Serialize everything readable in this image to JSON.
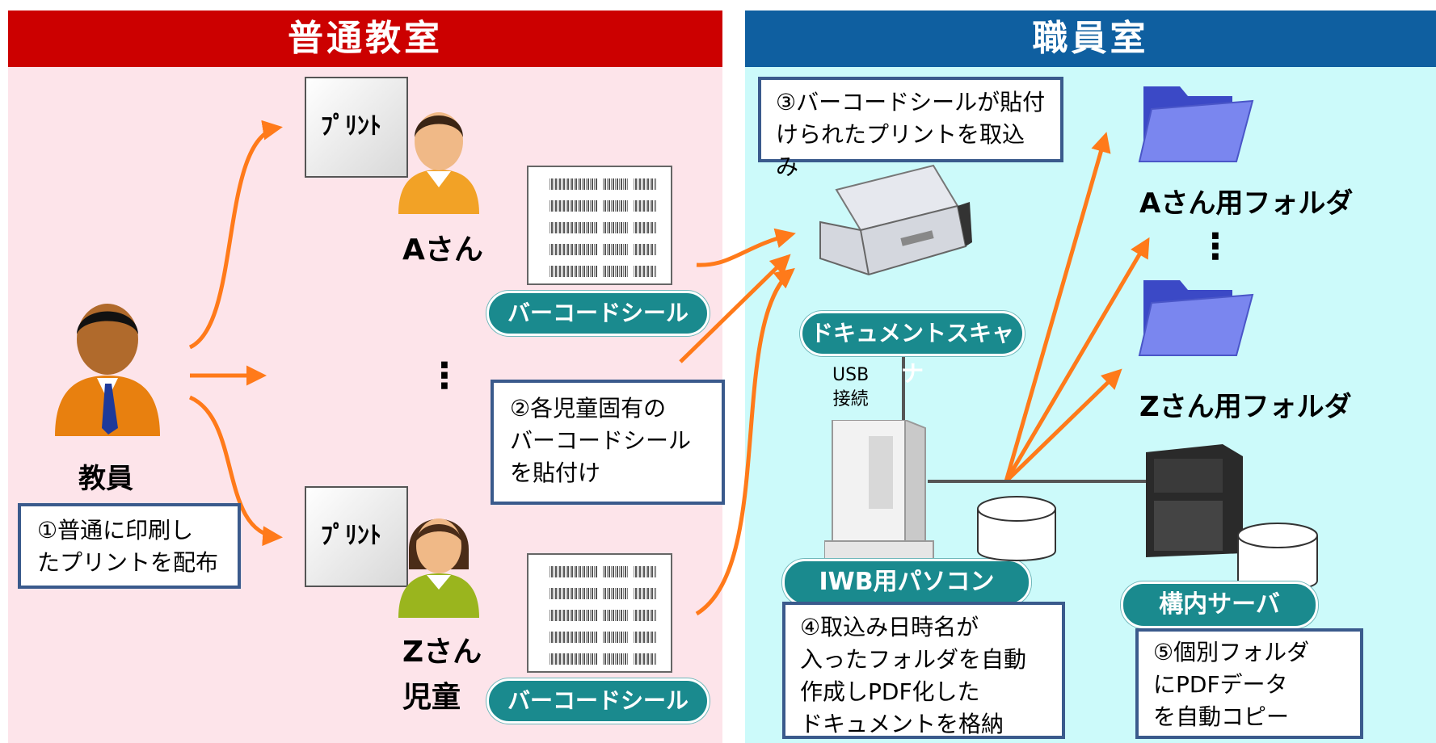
{
  "left_panel": {
    "title": "普通教室",
    "header_color": "#cc0000",
    "bg_color": "#fde4ea",
    "teacher_label": "教員",
    "note1": [
      "①普通に印刷し",
      "たプリントを配布"
    ],
    "print_label": "ﾌﾟﾘﾝﾄ",
    "student_a": "Aさん",
    "student_z": "Zさん",
    "students_label": "児童",
    "dots": "⋮",
    "barcode_label": "バーコードシール",
    "note2": [
      "②各児童固有の",
      "バーコードシール",
      "を貼付け"
    ]
  },
  "right_panel": {
    "title": "職員室",
    "header_color": "#0f5fa0",
    "bg_color": "#ccfafa",
    "note3": [
      "③バーコードシールが貼付",
      "けられたプリントを取込み"
    ],
    "scanner_label": "ドキュメントスキャナ",
    "usb_label": [
      "USB",
      "接続"
    ],
    "pc_label": "IWB用パソコン",
    "note4": [
      "④取込み日時名が",
      "入ったフォルダを自動",
      "作成しPDF化した",
      "ドキュメントを格納"
    ],
    "folder_a": "Aさん用フォルダ",
    "folder_z": "Zさん用フォルダ",
    "dots": "⋮",
    "server_label": "構内サーバ",
    "note5": [
      "⑤個別フォルダ",
      "にPDFデータ",
      "を自動コピー"
    ]
  },
  "colors": {
    "arrow": "#ff7a1a",
    "pill": "#1a8a8e",
    "note_border": "#3a5a8c"
  }
}
